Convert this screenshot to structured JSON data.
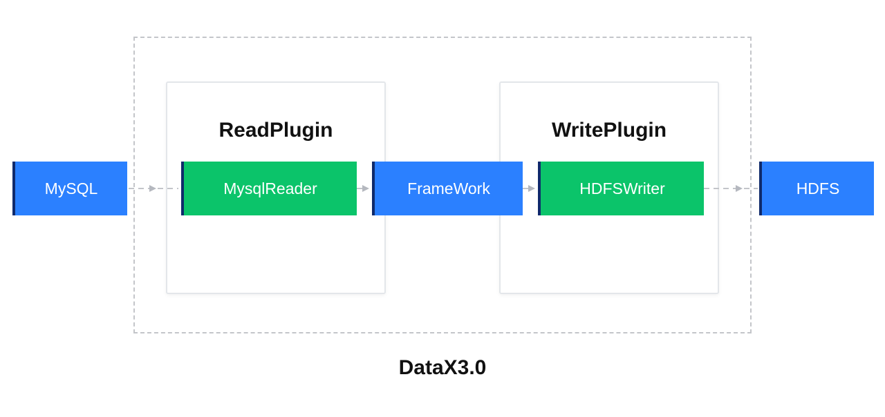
{
  "diagram": {
    "title": "DataX3.0",
    "read_panel": {
      "title": "ReadPlugin"
    },
    "write_panel": {
      "title": "WritePlugin"
    },
    "nodes": {
      "source": "MySQL",
      "reader": "MysqlReader",
      "framework": "FrameWork",
      "writer": "HDFSWriter",
      "target": "HDFS"
    },
    "colors": {
      "blue_node": "#2b80ff",
      "green_node": "#0bc46a",
      "node_edge": "#0f2a6b",
      "dashed_line": "#c3c5c9",
      "arrow": "#b5b8bf"
    },
    "edges": [
      {
        "from": "MySQL",
        "to": "MysqlReader",
        "style": "dashed"
      },
      {
        "from": "MysqlReader",
        "to": "FrameWork",
        "style": "solid"
      },
      {
        "from": "FrameWork",
        "to": "HDFSWriter",
        "style": "solid"
      },
      {
        "from": "HDFSWriter",
        "to": "HDFS",
        "style": "dashed"
      }
    ]
  }
}
